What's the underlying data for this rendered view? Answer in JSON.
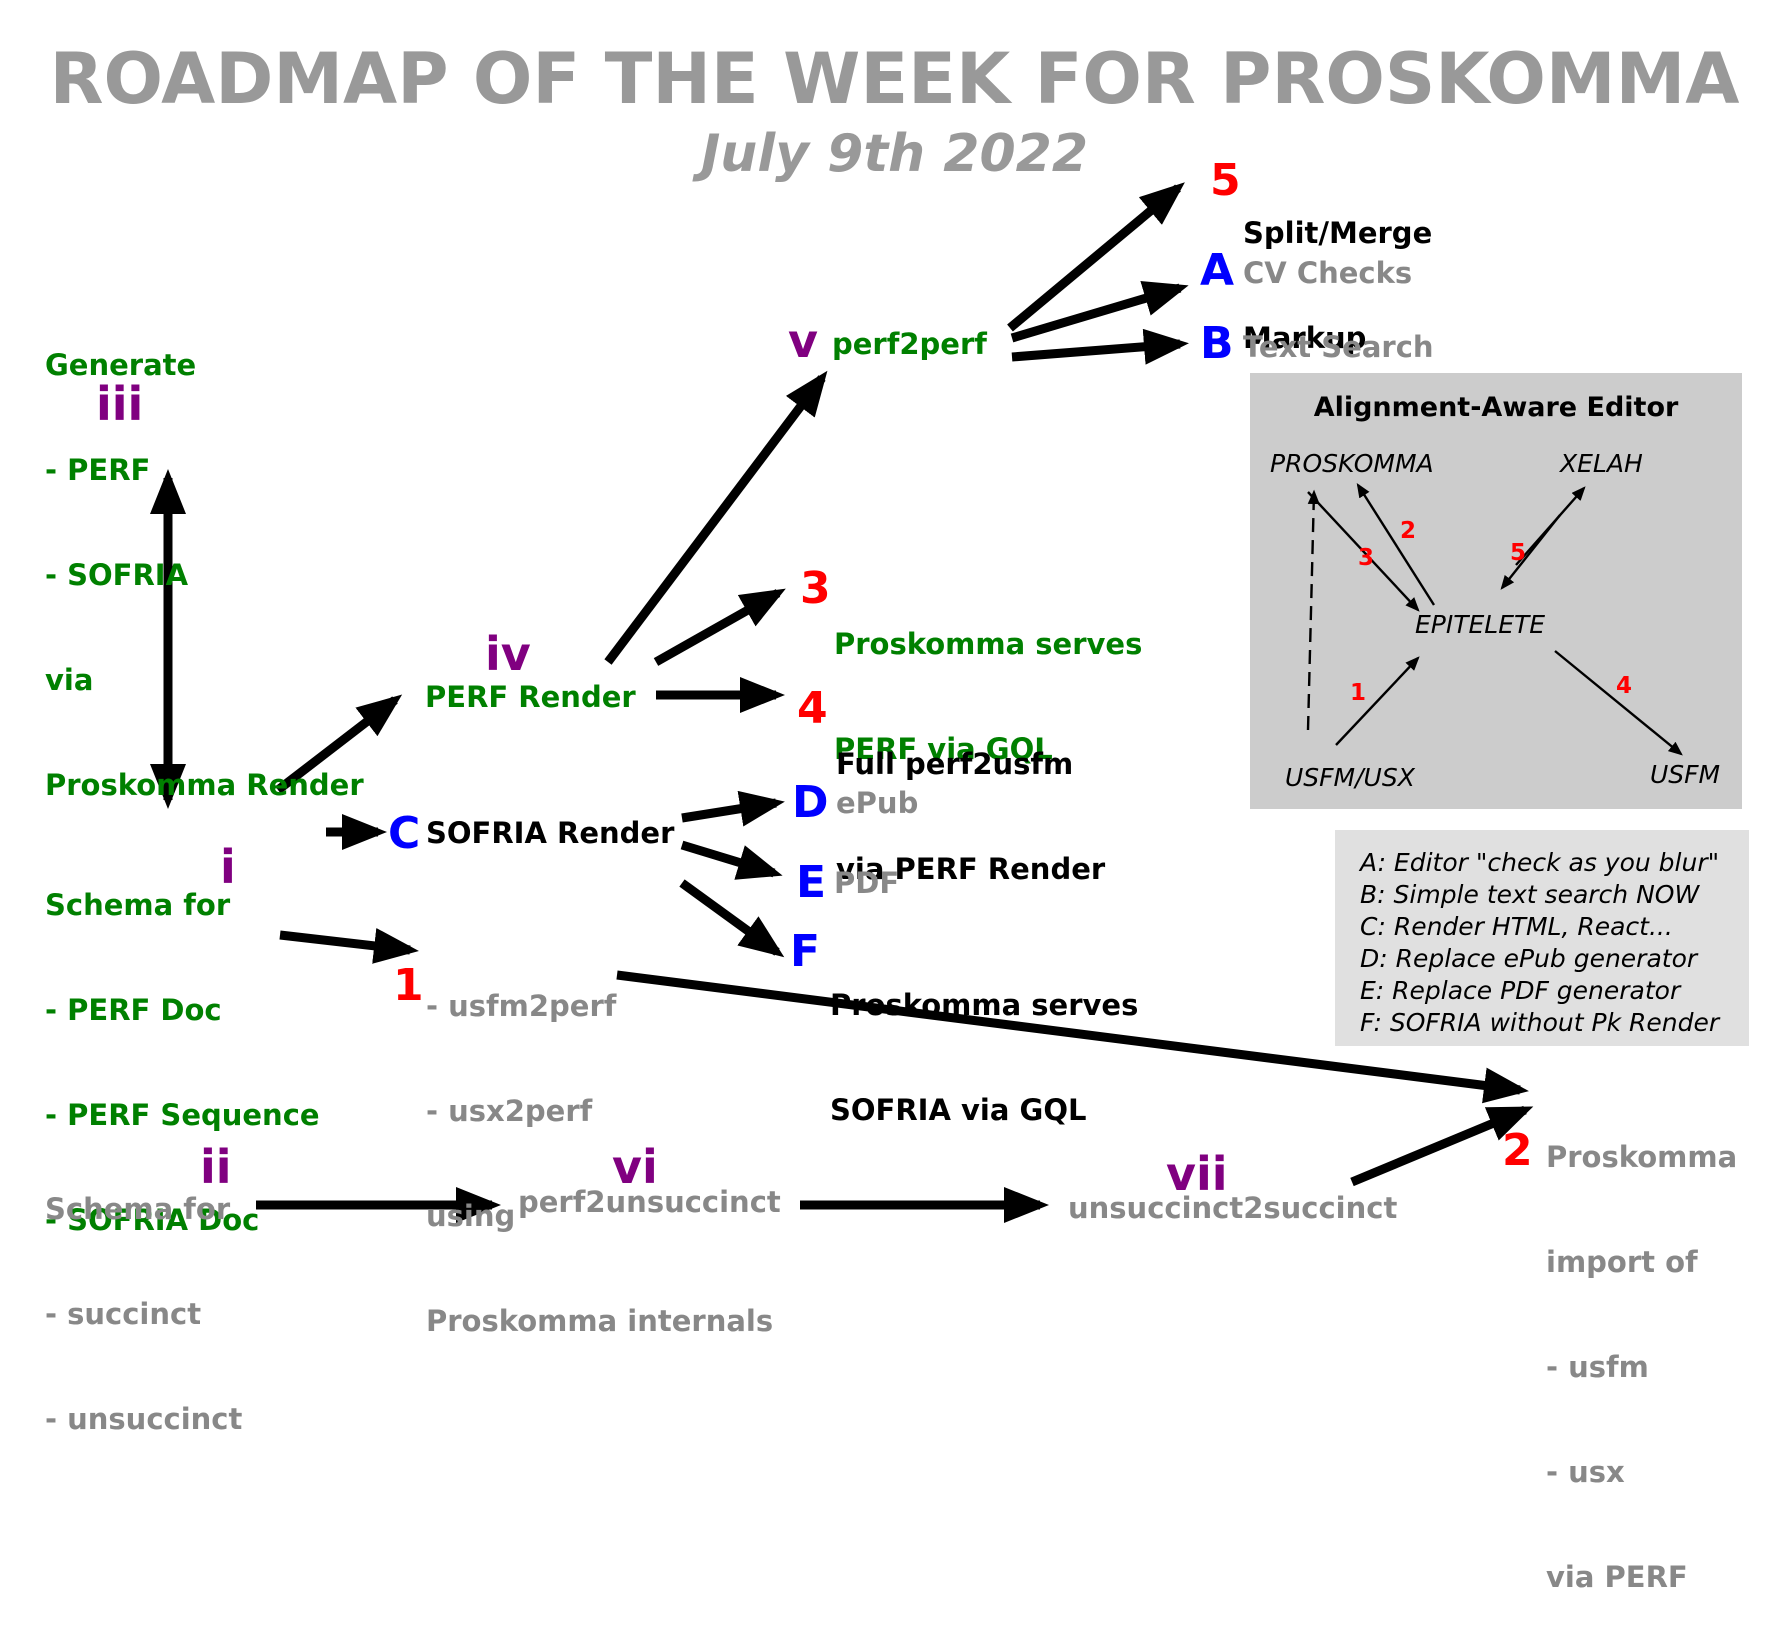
{
  "title": "ROADMAP OF THE WEEK FOR PROSKOMMA",
  "subtitle": "July 9th 2022",
  "nodes": {
    "generate": [
      "Generate",
      "- PERF",
      "- SOFRIA",
      "via",
      "Proskomma Render"
    ],
    "generate_marker": "iii",
    "schema1": [
      "Schema for",
      "- PERF Doc",
      "- PERF Sequence",
      "- SOFRIA Doc"
    ],
    "schema1_marker": "i",
    "schema2": [
      "Schema for",
      "- succinct",
      "- unsuccinct"
    ],
    "schema2_marker": "ii",
    "perf_render": "PERF Render",
    "perf_render_marker": "iv",
    "perf2perf": "perf2perf",
    "perf2perf_marker": "v",
    "sofria_render": "SOFRIA Render",
    "sofria_render_marker": "C",
    "usfm2perf": [
      "- usfm2perf",
      "- usx2perf",
      "using",
      "Proskomma internals"
    ],
    "usfm2perf_marker": "1",
    "perf2unsuccinct": "perf2unsuccinct",
    "perf2unsuccinct_marker": "vi",
    "unsuccinct2succinct": "unsuccinct2succinct",
    "unsuccinct2succinct_marker": "vii",
    "import": [
      "Proskomma",
      "import of",
      "- usfm",
      "- usx",
      "via PERF"
    ],
    "import_marker": "2",
    "split_merge": [
      "Split/Merge",
      "Markup"
    ],
    "split_merge_marker": "5",
    "cv_checks": "CV Checks",
    "cv_checks_marker": "A",
    "text_search": "Text Search",
    "text_search_marker": "B",
    "serves_perf": [
      "Proskomma serves",
      "PERF via GQL"
    ],
    "serves_perf_marker": "3",
    "full_perf2usfm": [
      "Full perf2usfm",
      "via PERF Render"
    ],
    "full_perf2usfm_marker": "4",
    "epub": "ePub",
    "epub_marker": "D",
    "pdf": "PDF",
    "pdf_marker": "E",
    "serves_sofria": [
      "Proskomma serves",
      "SOFRIA via GQL"
    ],
    "serves_sofria_marker": "F"
  },
  "editor_panel": {
    "title": "Alignment-Aware Editor",
    "proskomma": "PROSKOMMA",
    "xelah": "XELAH",
    "epitelete": "EPITELETE",
    "usfm_usx": "USFM/USX",
    "usfm": "USFM",
    "steps": [
      "1",
      "2",
      "3",
      "4",
      "5"
    ]
  },
  "legend": [
    "A: Editor \"check as you blur\"",
    "B: Simple text search NOW",
    "C: Render HTML, React...",
    "D: Replace ePub generator",
    "E: Replace PDF generator",
    "F: SOFRIA without Pk Render"
  ],
  "colors": {
    "green": "#008000",
    "grey": "#888888",
    "red": "#ff0000",
    "blue": "#0000ff",
    "purple": "#800080",
    "panel": "#cccccc",
    "legend_bg": "#e0e0e0"
  }
}
